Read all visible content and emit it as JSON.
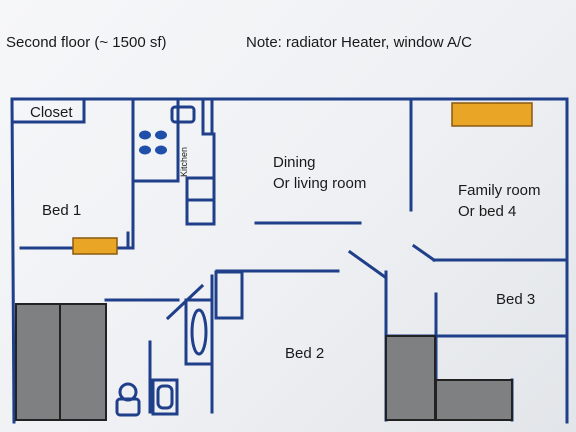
{
  "header": {
    "title": "Second floor (~ 1500 sf)",
    "note": "Note: radiator Heater, window A/C"
  },
  "rooms": {
    "closet": "Closet",
    "kitchen": "Kitchen",
    "bed1": "Bed 1",
    "dining_line1": "Dining",
    "dining_line2": "Or living room",
    "family_line1": "Family room",
    "family_line2": "Or bed 4",
    "bed3": "Bed 3",
    "bed2": "Bed 2"
  },
  "colors": {
    "wall": "#1f3f8a",
    "heater": "#e8a526",
    "burner": "#1f4fa8",
    "fixture": "#7f8082"
  }
}
